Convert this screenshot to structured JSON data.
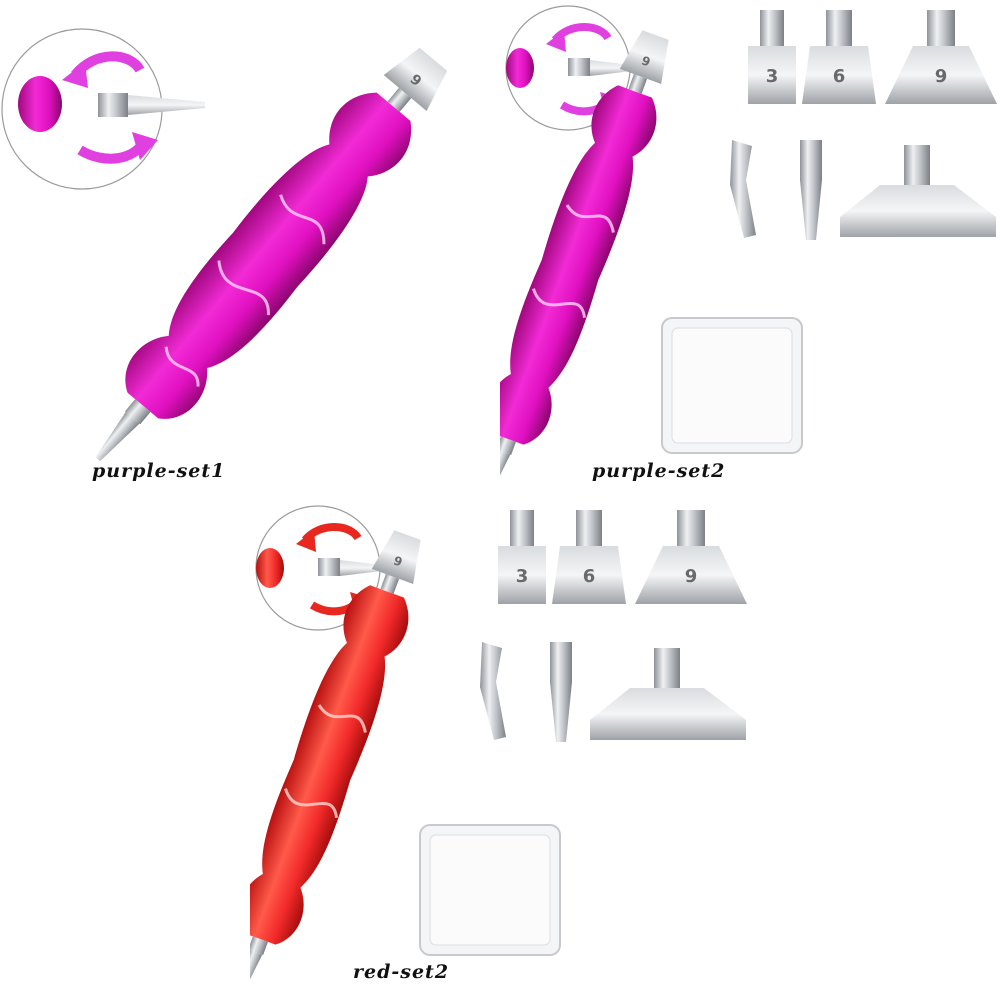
{
  "panels": [
    {
      "id": "purple-set1",
      "caption": "purple-set1"
    },
    {
      "id": "purple-set2",
      "caption": "purple-set2"
    },
    {
      "id": "red-set2",
      "caption": "red-set2"
    }
  ],
  "tips": {
    "small": "3",
    "medium": "6",
    "large": "9",
    "pen_tip": "9"
  },
  "colors": {
    "purple": "#e010c0",
    "purple_dark": "#9a0a80",
    "red": "#f22a2a",
    "red_dark": "#b81010",
    "arrow_purple": "#e040e0",
    "arrow_red": "#e8281e",
    "metal": "#b9bcc0"
  }
}
